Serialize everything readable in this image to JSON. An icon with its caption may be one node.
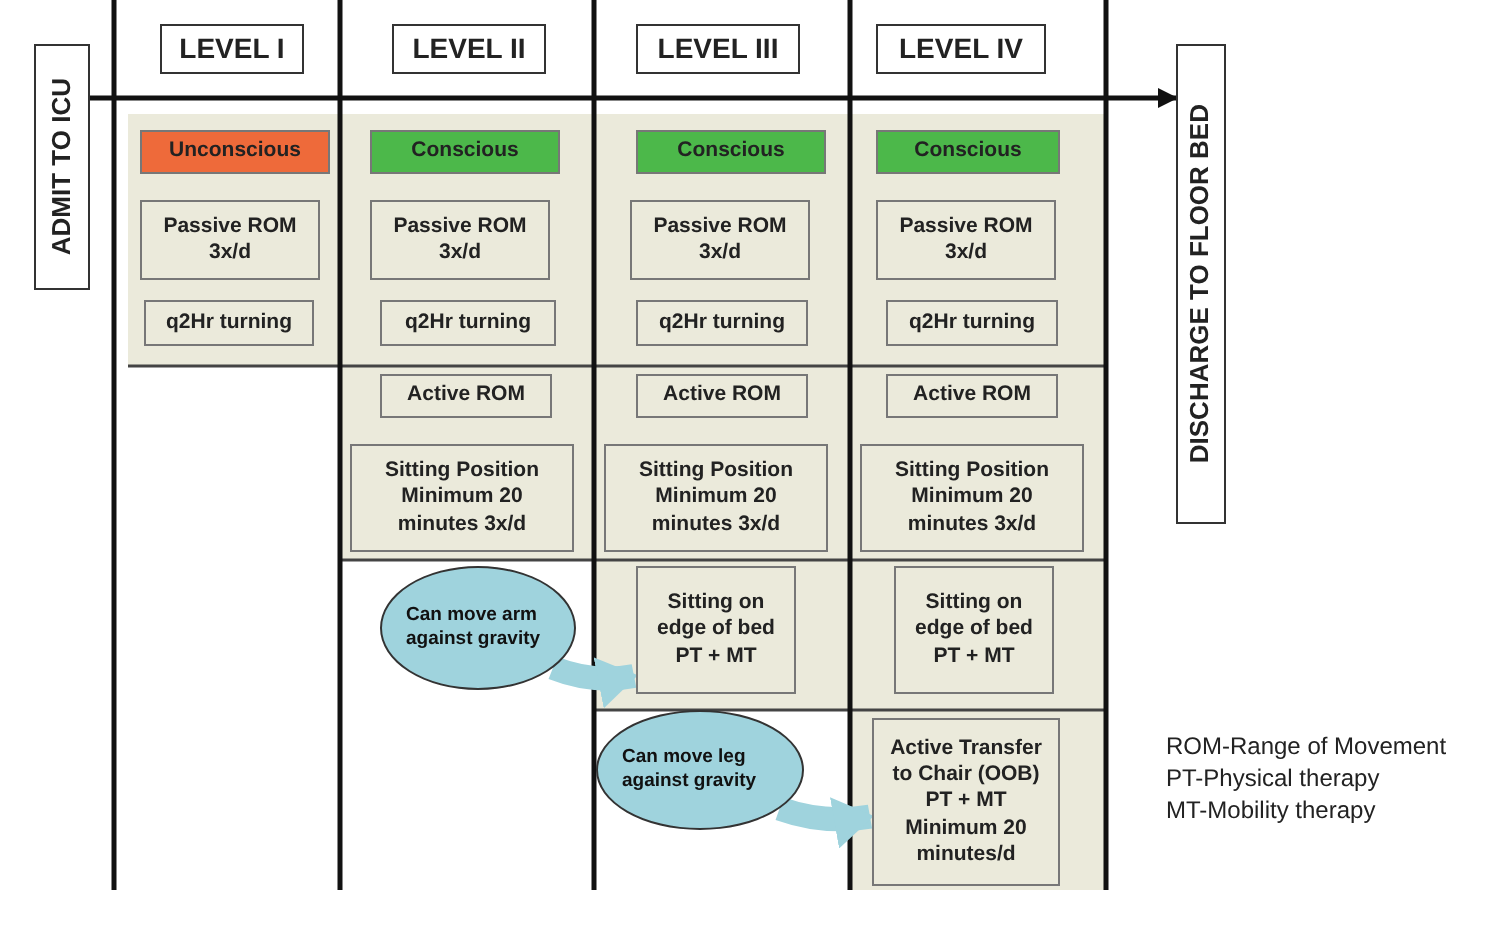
{
  "diagram": {
    "nodes": [
      {
        "text": [
          "ADMIT TO ICU"
        ]
      },
      {
        "text": [
          "LEVEL I"
        ]
      },
      {
        "text": [
          "LEVEL II"
        ]
      },
      {
        "text": [
          "LEVEL III"
        ]
      },
      {
        "text": [
          "LEVEL IV"
        ]
      },
      {
        "text": [
          "DISCHARGE TO FLOOR BED"
        ]
      },
      {
        "text": [
          "Unconscious"
        ]
      },
      {
        "text": [
          "Passive ROM 3x/d"
        ]
      },
      {
        "text": [
          "q2Hr turning"
        ]
      },
      {
        "text": [
          "Conscious"
        ]
      },
      {
        "text": [
          "Passive ROM 3x/d"
        ]
      },
      {
        "text": [
          "q2Hr turning"
        ]
      },
      {
        "text": [
          "Active ROM"
        ]
      },
      {
        "text": [
          "Sitting Position Minimum 20 minutes 3x/d"
        ]
      },
      {
        "text": [
          "Conscious"
        ]
      },
      {
        "text": [
          "Passive ROM 3x/d"
        ]
      },
      {
        "text": [
          "q2Hr turning"
        ]
      },
      {
        "text": [
          "Active ROM"
        ]
      },
      {
        "text": [
          "Sitting Position Minimum 20 minutes 3x/d"
        ]
      },
      {
        "text": [
          "Sitting on edge of bed PT + MT"
        ]
      },
      {
        "text": [
          "Conscious"
        ]
      },
      {
        "text": [
          "Passive ROM 3x/d"
        ]
      },
      {
        "text": [
          "q2Hr turning"
        ]
      },
      {
        "text": [
          "Active ROM"
        ]
      },
      {
        "text": [
          "Sitting Position Minimum 20 minutes 3x/d"
        ]
      },
      {
        "text": [
          "Sitting on edge of bed PT + MT"
        ]
      },
      {
        "text": [
          "Active Transfer to Chair (OOB) PT + MT Minimum 20 minutes/d"
        ]
      },
      {
        "text": [
          "Can move arm against gravity"
        ]
      },
      {
        "text": [
          "Can move leg against gravity"
        ]
      }
    ],
    "edges": [
      {
        "from": 0,
        "to": 5,
        "arrow": "to",
        "color": "#111111"
      },
      {
        "from": 27,
        "to": 19,
        "arrow": "to"
      },
      {
        "from": 28,
        "to": 26,
        "arrow": "to"
      }
    ],
    "labels": [
      "ROM-Range of Movement",
      "PT-Physical therapy",
      "MT-Mobility therapy"
    ]
  }
}
